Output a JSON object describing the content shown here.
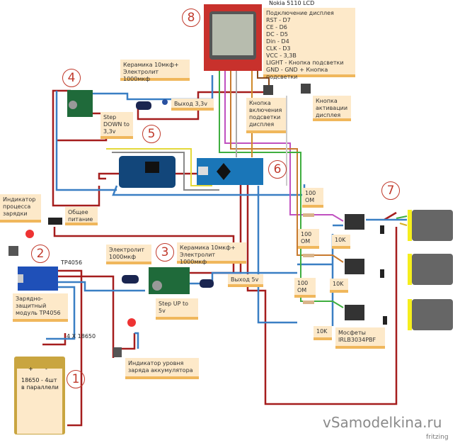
{
  "lcd": {
    "title": "Nokia 5110 LCD",
    "note": "Подключение дисплея\nRST - D7\nCE - D6\nDC - D5\nDin - D4\nCLK - D3\nVCC - 3,3В\nLIGHT - Кнопка подсветки\nGND - GND + Кнопка подсветки"
  },
  "numbers": [
    "1",
    "2",
    "3",
    "4",
    "5",
    "6",
    "7",
    "8"
  ],
  "notes": {
    "caps_top": "Керамика 10мкф+\nЭлектролит 1000мкф",
    "out33": "Выход 3,3v",
    "stepdown": "Step\nDOWN to\n3,3v",
    "backlight_btn": "Кнопка\nвключения\nподсветки\nдисплея",
    "activate_btn": "Кнопка\nактивации\nдисплея",
    "charge_indicator": "Индикатор\nпроцесса\nзарядки",
    "main_power": "Общее\nпитание",
    "tp4056_module": "Зарядно-\nзащитный\nмодуль TP4056",
    "electrolyte": "Электролит\n1000мкф",
    "caps_bottom": "Керамика 10мкф+\nЭлектролит 1000мкф",
    "out5": "Выход 5v",
    "stepup": "Step UP to\n5v",
    "battery_level": "Индикатор уровня\nзаряда аккумулятора",
    "battery": "18650 - 4шт\nв параллели",
    "r1": "100\nОМ",
    "r2": "100\nОМ",
    "r3": "100\nОМ",
    "k1": "10K",
    "k2": "10K",
    "k3": "10K",
    "mosfets": "Мосфеты\nIRLB3034PBF"
  },
  "labels": {
    "tp4056": "TP4056",
    "battery_count": "4 X 18650",
    "battery_plus": "+",
    "battery_minus": "-"
  },
  "watermark": {
    "site": "vSamodelkina.ru",
    "tool": "fritzing"
  },
  "colors": {
    "wire_red": "#a51d1d",
    "wire_blue": "#3a7fc4",
    "note_bg": "#fde9c9",
    "note_border": "#f0b75c",
    "number": "#c0392b"
  }
}
